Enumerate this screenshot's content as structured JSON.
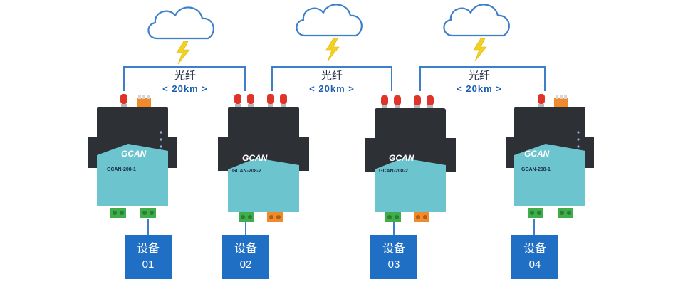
{
  "links": [
    {
      "medium": "光纤",
      "distance": "<  20km  >"
    },
    {
      "medium": "光纤",
      "distance": "<  20km  >"
    },
    {
      "medium": "光纤",
      "distance": "<  20km  >"
    }
  ],
  "devices": [
    {
      "name": "设备",
      "number": "01",
      "brand": "GCAN",
      "model": "GCAN-208-1"
    },
    {
      "name": "设备",
      "number": "02",
      "brand": "GCAN",
      "model": "GCAN-208-2"
    },
    {
      "name": "设备",
      "number": "03",
      "brand": "GCAN",
      "model": "GCAN-208-2"
    },
    {
      "name": "设备",
      "number": "04",
      "brand": "GCAN",
      "model": "GCAN-208-1"
    }
  ],
  "icons": [
    "cloud-icon",
    "lightning-icon"
  ],
  "colors": {
    "device_body": "#2d3136",
    "device_panel": "#6cc4cf",
    "label_box": "#1f6fc4",
    "line": "#3e7fc9",
    "lightning": "#f2d024",
    "antenna": "#e0342b",
    "terminal_green": "#3fae4a",
    "terminal_orange": "#f08a2c"
  }
}
